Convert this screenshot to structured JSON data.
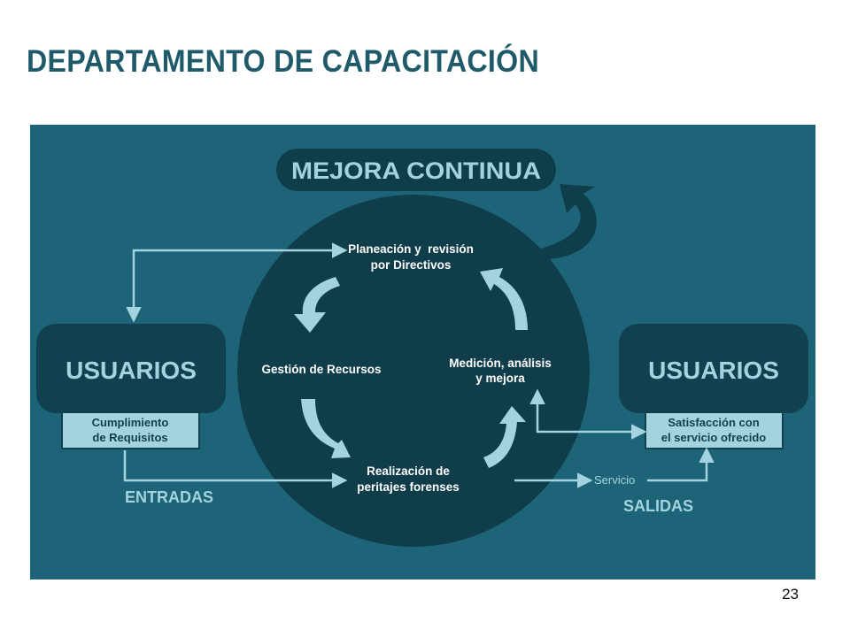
{
  "title": "DEPARTAMENTO DE CAPACITACIÓN",
  "diagram": {
    "top_banner": "MEJORA CONTINUA",
    "cycle": {
      "planning_line1": "Planeación y  revisión",
      "planning_line2": "por Directivos",
      "resources": "Gestión de Recursos",
      "measurement_line1": "Medición, análisis",
      "measurement_line2": "y mejora",
      "realization_line1": "Realización de",
      "realization_line2": "peritajes forenses"
    },
    "left": {
      "users": "USUARIOS",
      "requirements_line1": "Cumplimiento",
      "requirements_line2": "de Requisitos",
      "inputs": "ENTRADAS"
    },
    "right": {
      "users": "USUARIOS",
      "satisfaction_line1": "Satisfacción con",
      "satisfaction_line2": "el servicio ofrecido",
      "service": "Servicio",
      "outputs": "SALIDAS"
    },
    "colors": {
      "background": "#1d6478",
      "circle": "#0f3d4a",
      "box": "#11414f",
      "label_box": "#a3d3de",
      "arrow": "#a3d3de",
      "text_light": "#ffffff",
      "text_muted": "#a3d3de"
    }
  },
  "page_number": "23"
}
